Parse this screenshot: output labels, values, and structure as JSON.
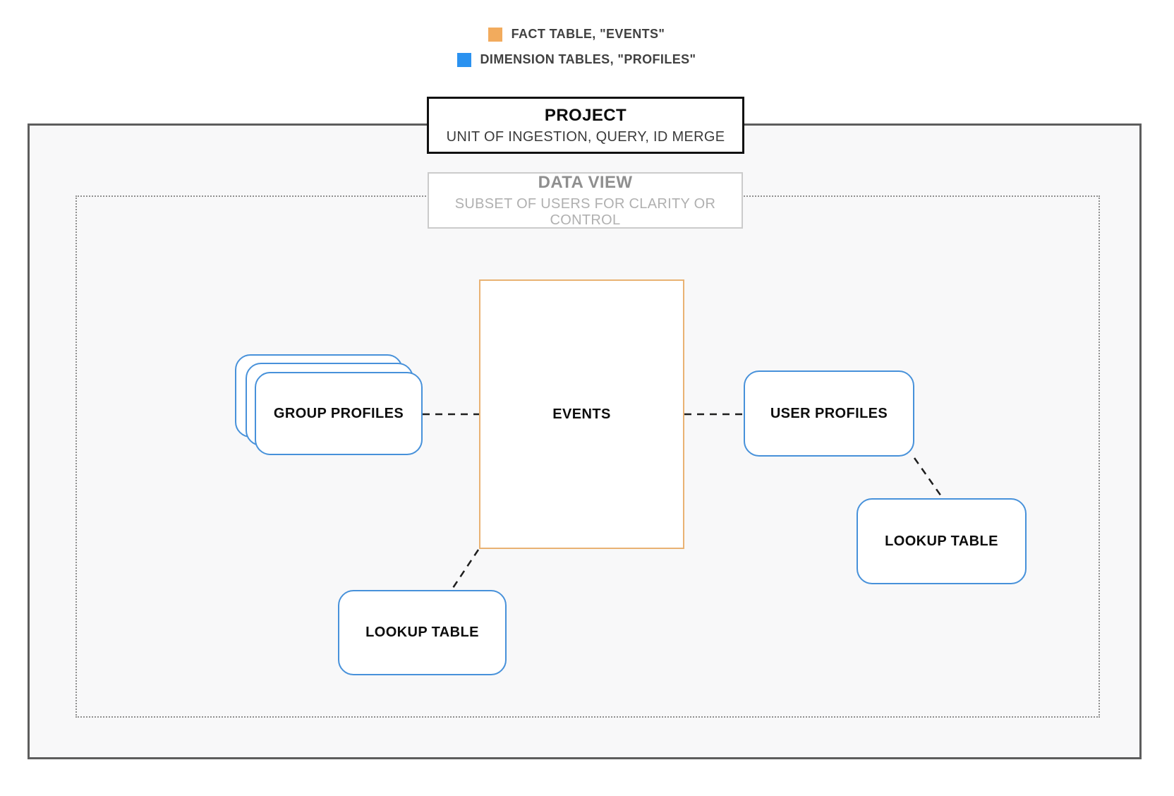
{
  "legend": {
    "items": [
      {
        "id": "fact",
        "label": "FACT TABLE, \"EVENTS\"",
        "color": "#f2ab5d"
      },
      {
        "id": "dimension",
        "label": "DIMENSION TABLES, \"PROFILES\"",
        "color": "#2b92f0"
      }
    ]
  },
  "project": {
    "title": "PROJECT",
    "subtitle": "UNIT OF INGESTION, QUERY, ID MERGE"
  },
  "data_view": {
    "title": "DATA VIEW",
    "subtitle": "SUBSET OF USERS FOR CLARITY OR CONTROL"
  },
  "nodes": {
    "events": {
      "label": "EVENTS",
      "border_color": "#e9b273"
    },
    "group_profiles": {
      "label": "GROUP PROFILES",
      "border_color": "#4791da"
    },
    "user_profiles": {
      "label": "USER PROFILES",
      "border_color": "#4791da"
    },
    "lookup_table_left": {
      "label": "LOOKUP TABLE",
      "border_color": "#4791da"
    },
    "lookup_table_right": {
      "label": "LOOKUP TABLE",
      "border_color": "#4791da"
    }
  },
  "colors": {
    "fact_accent": "#f2ab5d",
    "dimension_accent": "#2b92f0",
    "node_border_blue": "#4791da",
    "node_border_orange": "#e9b273",
    "canvas_fill": "#f8f8f9"
  }
}
